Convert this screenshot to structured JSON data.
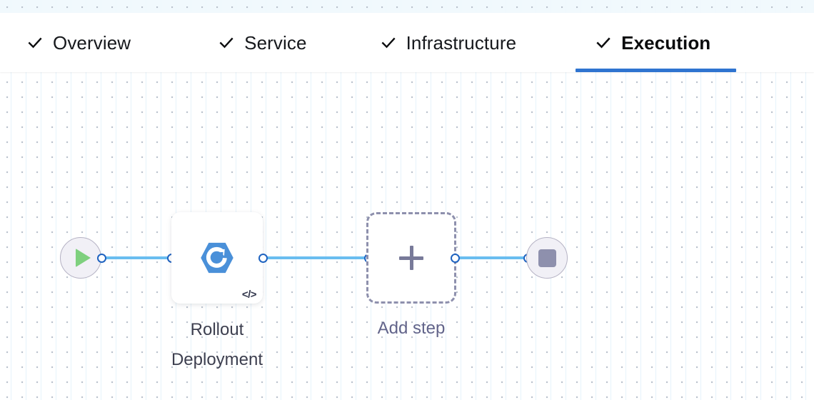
{
  "tabs": {
    "items": [
      {
        "id": "overview",
        "label": "Overview",
        "icon": "check-icon",
        "active": false
      },
      {
        "id": "service",
        "label": "Service",
        "icon": "check-icon",
        "active": false
      },
      {
        "id": "infrastructure",
        "label": "Infrastructure",
        "icon": "check-icon",
        "active": false
      },
      {
        "id": "execution",
        "label": "Execution",
        "icon": "check-icon",
        "active": true
      }
    ],
    "active_underline_color": "#2f74d0"
  },
  "pipeline": {
    "start_node": {
      "icon": "play-icon",
      "fill_color": "#f1f0f6",
      "border_color": "#b5b2c4",
      "glyph_color": "#7ed07e"
    },
    "end_node": {
      "icon": "stop-icon",
      "fill_color": "#f1f0f6",
      "border_color": "#b5b2c4",
      "glyph_color": "#8e90ad"
    },
    "steps": [
      {
        "id": "rollout-deployment",
        "label": "Rollout\nDeployment",
        "icon": "harness-logo-icon",
        "icon_color": "#4a90d9",
        "badge_icon": "code-icon",
        "badge_label": "</>"
      }
    ],
    "add_step": {
      "label": "Add step",
      "icon": "plus-icon",
      "border_color": "#8e90ad",
      "label_color": "#62648a"
    },
    "connector": {
      "line_color": "#69bdf0",
      "port_fill": "#ffffff",
      "port_stroke": "#1f63c0"
    }
  },
  "canvas": {
    "grid_dot_color": "#b9c1cc",
    "grid_line_color": "#deeffa",
    "background_color": "#ffffff"
  }
}
